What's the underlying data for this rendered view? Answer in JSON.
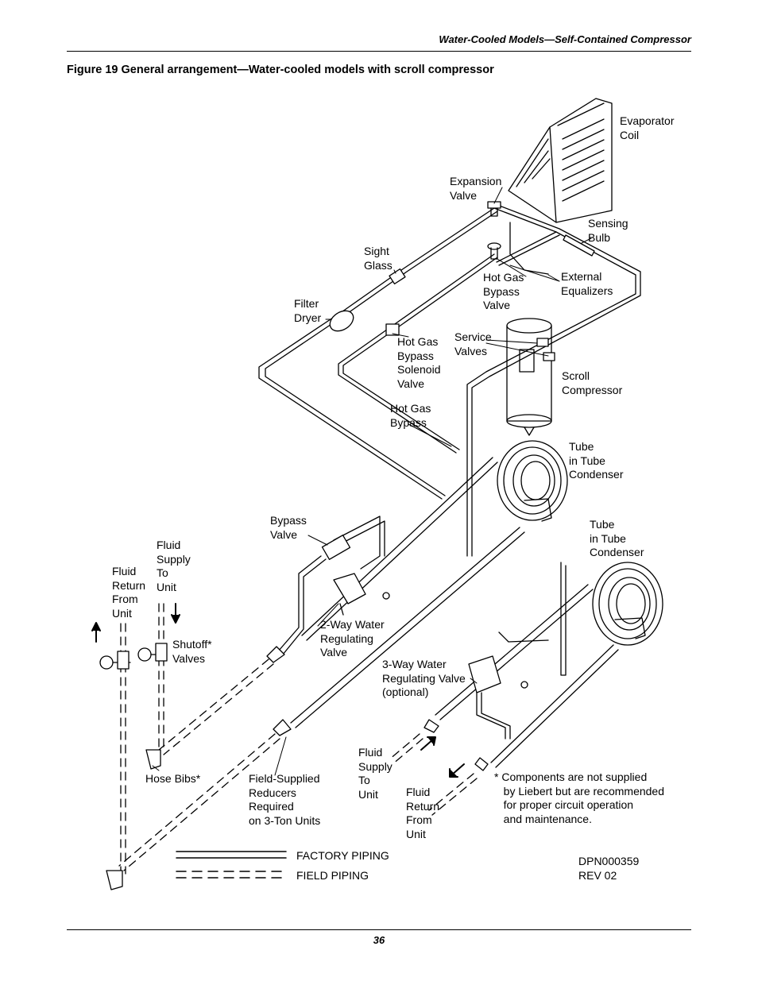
{
  "header": "Water-Cooled Models—Self-Contained Compressor",
  "figure_title": "Figure 19  General arrangement—Water-cooled models with scroll compressor",
  "labels": {
    "evaporator_coil": "Evaporator\nCoil",
    "expansion_valve": "Expansion\nValve",
    "sensing_bulb": "Sensing\nBulb",
    "sight_glass": "Sight\nGlass",
    "hot_gas_bypass_valve": "Hot Gas\nBypass\nValve",
    "external_equalizers": "External\nEqualizers",
    "filter_dryer": "Filter\nDryer",
    "service_valves": "Service\nValves",
    "hot_gas_bypass_solenoid": "Hot Gas\nBypass\nSolenoid\nValve",
    "scroll_compressor": "Scroll\nCompressor",
    "hot_gas_bypass": "Hot Gas\nBypass",
    "tube_condenser_1": "Tube\nin Tube\nCondenser",
    "tube_condenser_2": "Tube\nin Tube\nCondenser",
    "bypass_valve": "Bypass\nValve",
    "fluid_supply_to_unit_left": "Fluid\nSupply\nTo\nUnit",
    "fluid_return_from_unit_left": "Fluid\nReturn\nFrom\nUnit",
    "shutoff_valves": "Shutoff*\nValves",
    "two_way_valve": "2-Way Water\nRegulating\nValve",
    "three_way_valve": "3-Way Water\nRegulating Valve\n(optional)",
    "hose_bibs": "Hose Bibs*",
    "field_reducers": "Field-Supplied\nReducers\nRequired\non 3-Ton Units",
    "fluid_supply_to_unit_right": "Fluid\nSupply\nTo\nUnit",
    "fluid_return_from_unit_right": "Fluid\nReturn\nFrom\nUnit",
    "footnote": "* Components are not supplied\n   by Liebert but are recommended\n   for proper circuit operation\n   and maintenance.",
    "doc_number": "DPN000359\nREV 02"
  },
  "legend": {
    "factory": "FACTORY PIPING",
    "field": "FIELD PIPING"
  },
  "page_number": "36"
}
